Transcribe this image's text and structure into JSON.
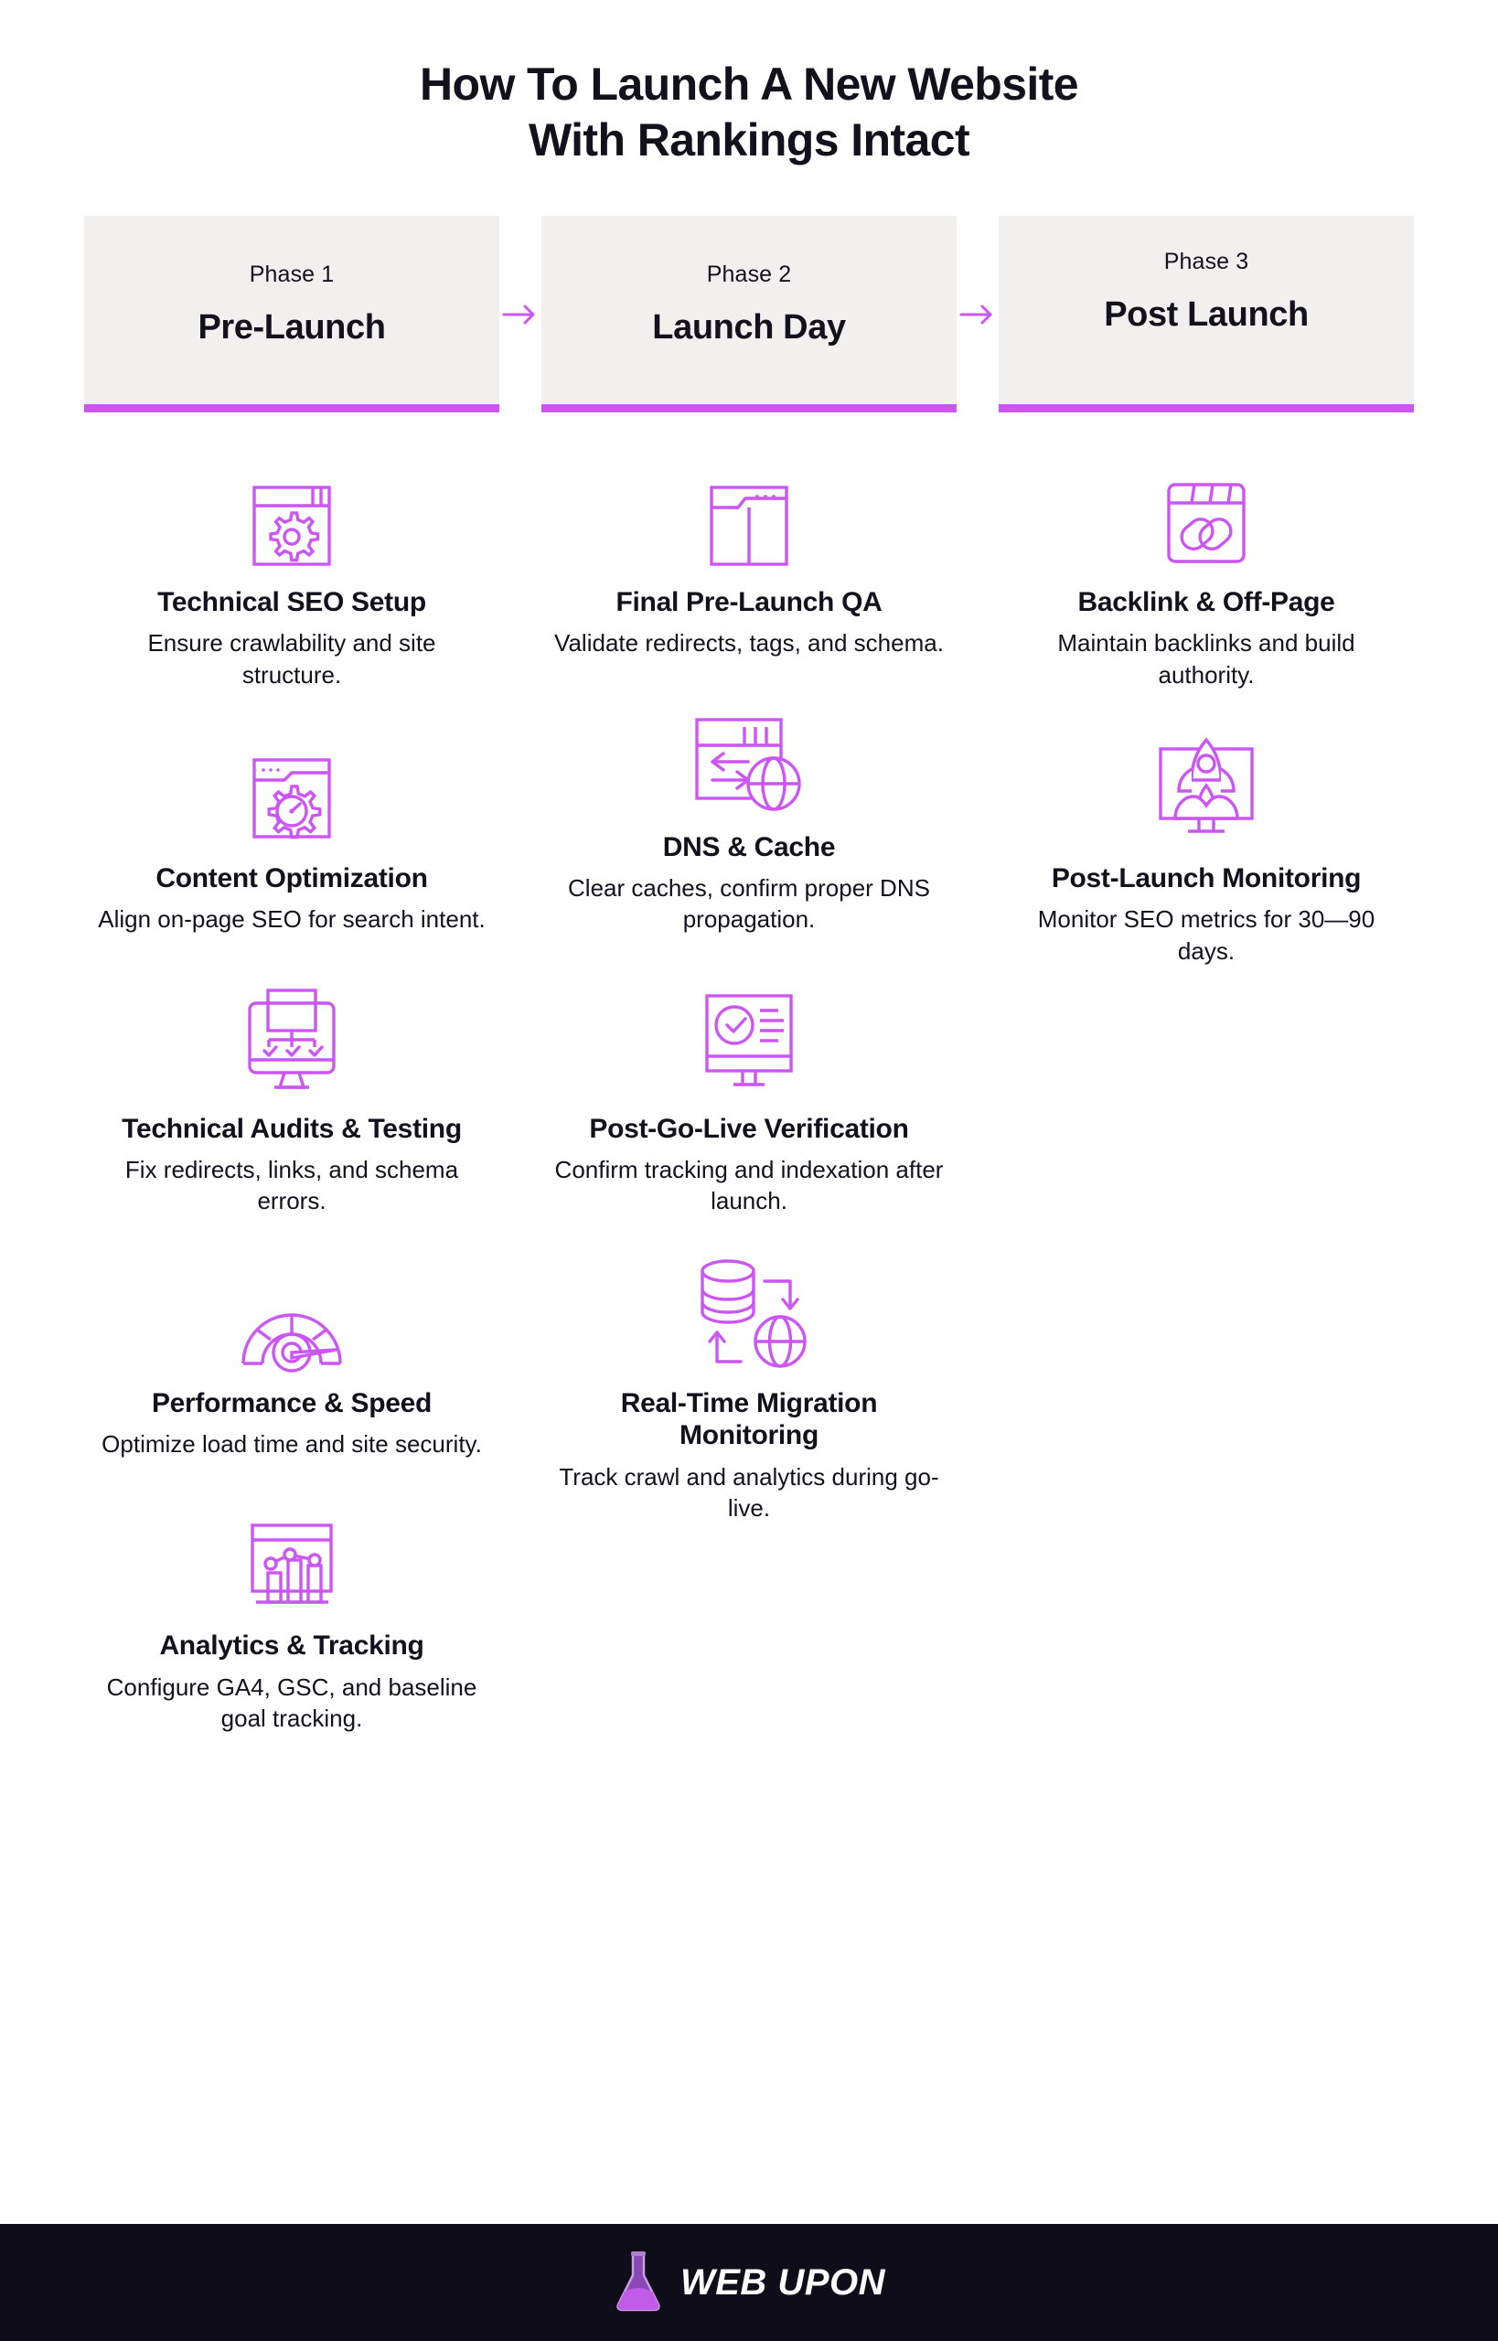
{
  "title": {
    "line1": "How To Launch A New Website",
    "line2": "With Rankings Intact"
  },
  "colors": {
    "accent": "#CC55F5",
    "panel": "#F2F0EE",
    "text": "#13111C",
    "footer_bg": "#0E0D19"
  },
  "arrow_icon": "arrow-right-icon",
  "phases": [
    {
      "kicker": "Phase 1",
      "name": "Pre-Launch"
    },
    {
      "kicker": "Phase 2",
      "name": "Launch Day"
    },
    {
      "kicker": "Phase 3",
      "name": "Post Launch"
    }
  ],
  "columns": [
    {
      "steps": [
        {
          "icon": "browser-gear-icon",
          "title": "Technical SEO Setup",
          "desc": "Ensure crawlability and site structure."
        },
        {
          "icon": "browser-gear-gauge-icon",
          "title": "Content Optimization",
          "desc": "Align on-page SEO for search intent."
        },
        {
          "icon": "monitor-sitemap-check-icon",
          "title": "Technical Audits & Testing",
          "desc": "Fix redirects, links, and schema errors."
        },
        {
          "icon": "speedometer-icon",
          "title": "Performance & Speed",
          "desc": "Optimize load time and site security."
        },
        {
          "icon": "browser-bar-chart-icon",
          "title": "Analytics & Tracking",
          "desc": "Configure GA4, GSC, and baseline goal tracking."
        }
      ]
    },
    {
      "steps": [
        {
          "icon": "browser-layout-icon",
          "title": "Final Pre-Launch QA",
          "desc": "Validate redirects, tags, and schema."
        },
        {
          "icon": "window-transfer-globe-icon",
          "title": "DNS & Cache",
          "desc": "Clear caches, confirm proper DNS propagation."
        },
        {
          "icon": "monitor-check-list-icon",
          "title": "Post-Go-Live Verification",
          "desc": "Confirm tracking and indexation after launch."
        },
        {
          "icon": "database-globe-sync-icon",
          "title": "Real-Time Migration Monitoring",
          "desc": "Track crawl and analytics during go-live."
        }
      ]
    },
    {
      "steps": [
        {
          "icon": "browser-link-icon",
          "title": "Backlink & Off-Page",
          "desc": "Maintain backlinks and build authority."
        },
        {
          "icon": "monitor-rocket-icon",
          "title": "Post-Launch Monitoring",
          "desc": "Monitor SEO metrics for 30—90 days."
        }
      ]
    }
  ],
  "footer": {
    "logo_icon": "flask-logo-icon",
    "brand": "WEB UPON"
  }
}
